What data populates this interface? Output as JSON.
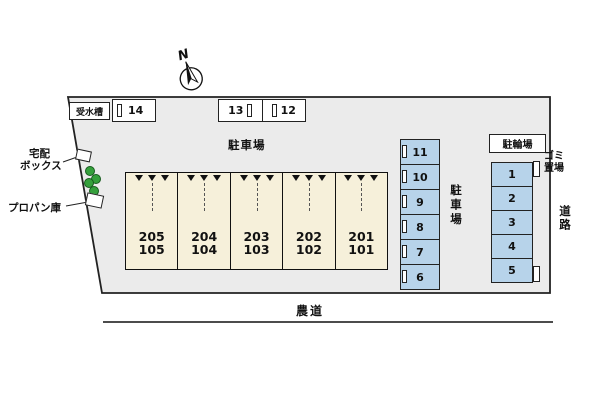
{
  "colors": {
    "plot": "#ebebeb",
    "building": "#f6f0da",
    "parking_space": "#b7d3ea",
    "tree": "#35a03c"
  },
  "compass": {
    "label": "N"
  },
  "site": {
    "water_tank": "受水槽",
    "parking_lot_top": "駐車場",
    "parking_lot_right": "駐車場",
    "bicycle_parking": "駐輪場",
    "delivery_box_line1": "宅配",
    "delivery_box_line2": "ボックス",
    "propane": "プロパン庫",
    "garbage_line1": "ゴミ",
    "garbage_line2": "置場",
    "road": "道路",
    "farm_road": "農道"
  },
  "parking": {
    "top_spaces": [
      "14",
      "13",
      "12"
    ],
    "east_column": [
      "11",
      "10",
      "9",
      "8",
      "7",
      "6"
    ],
    "far_east_column": [
      "1",
      "2",
      "3",
      "4",
      "5"
    ]
  },
  "building_units": [
    {
      "upper": "205",
      "lower": "105"
    },
    {
      "upper": "204",
      "lower": "104"
    },
    {
      "upper": "203",
      "lower": "103"
    },
    {
      "upper": "202",
      "lower": "102"
    },
    {
      "upper": "201",
      "lower": "101"
    }
  ]
}
